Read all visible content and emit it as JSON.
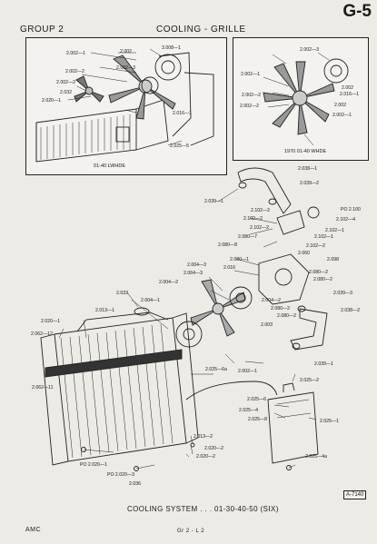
{
  "header": {
    "group": "GROUP 2",
    "title": "COOLING - GRILLE",
    "page_code": "G-5"
  },
  "inset_left": {
    "model": "01-40 LWHDE",
    "labels": [
      "2.002—1",
      "2.002",
      "3.008—1",
      "2.002—2",
      "2.002—3",
      "2.002—2",
      "2.032",
      "2.020—1",
      "2.016—1",
      "2.025—5"
    ]
  },
  "inset_right": {
    "model": "1970 01-40 WHDE",
    "labels": [
      "2.002—3",
      "2.002—1",
      "2.002",
      "2.016—1",
      "2.002—2",
      "2.002—2",
      "2.002—1",
      "2.002"
    ]
  },
  "main_labels": [
    "2.038—1",
    "2.039—2",
    "2.039—1",
    "PO 2.100",
    "2.102—2",
    "2.102—4",
    "2.102—1",
    "2.102—2",
    "2.102—1",
    "2.102—2",
    "2.102—2",
    "2.080—7",
    "2.080—8",
    "2.060",
    "2.098",
    "2.080—1",
    "2.080—2",
    "2.016",
    "2.004—3",
    "2.064—3",
    "2.080—2",
    "2.033",
    "2.004—2",
    "2.004—1",
    "2.013—1",
    "2.004—2",
    "2.080—2",
    "2.080—2",
    "2.003",
    "2.039—3",
    "2.038—2",
    "2.020—1",
    "2.062—12",
    "2.062—11",
    "2.025—6a",
    "2.002—1",
    "2.025—2",
    "2.039—1",
    "2.025—6",
    "2.025—4",
    "2.025—8",
    "2.025—1",
    "2.013—2",
    "2.020—2",
    "2.020—2",
    "PO 2.020—1",
    "PO 2.020—3",
    "2.036",
    "2.025—4a"
  ],
  "ref_code": "A-7140",
  "caption": "COOLING SYSTEM . . . 01-30-40-50 (SIX)",
  "footer": {
    "left": "AMC",
    "center": "Gr 2 - L 2"
  }
}
